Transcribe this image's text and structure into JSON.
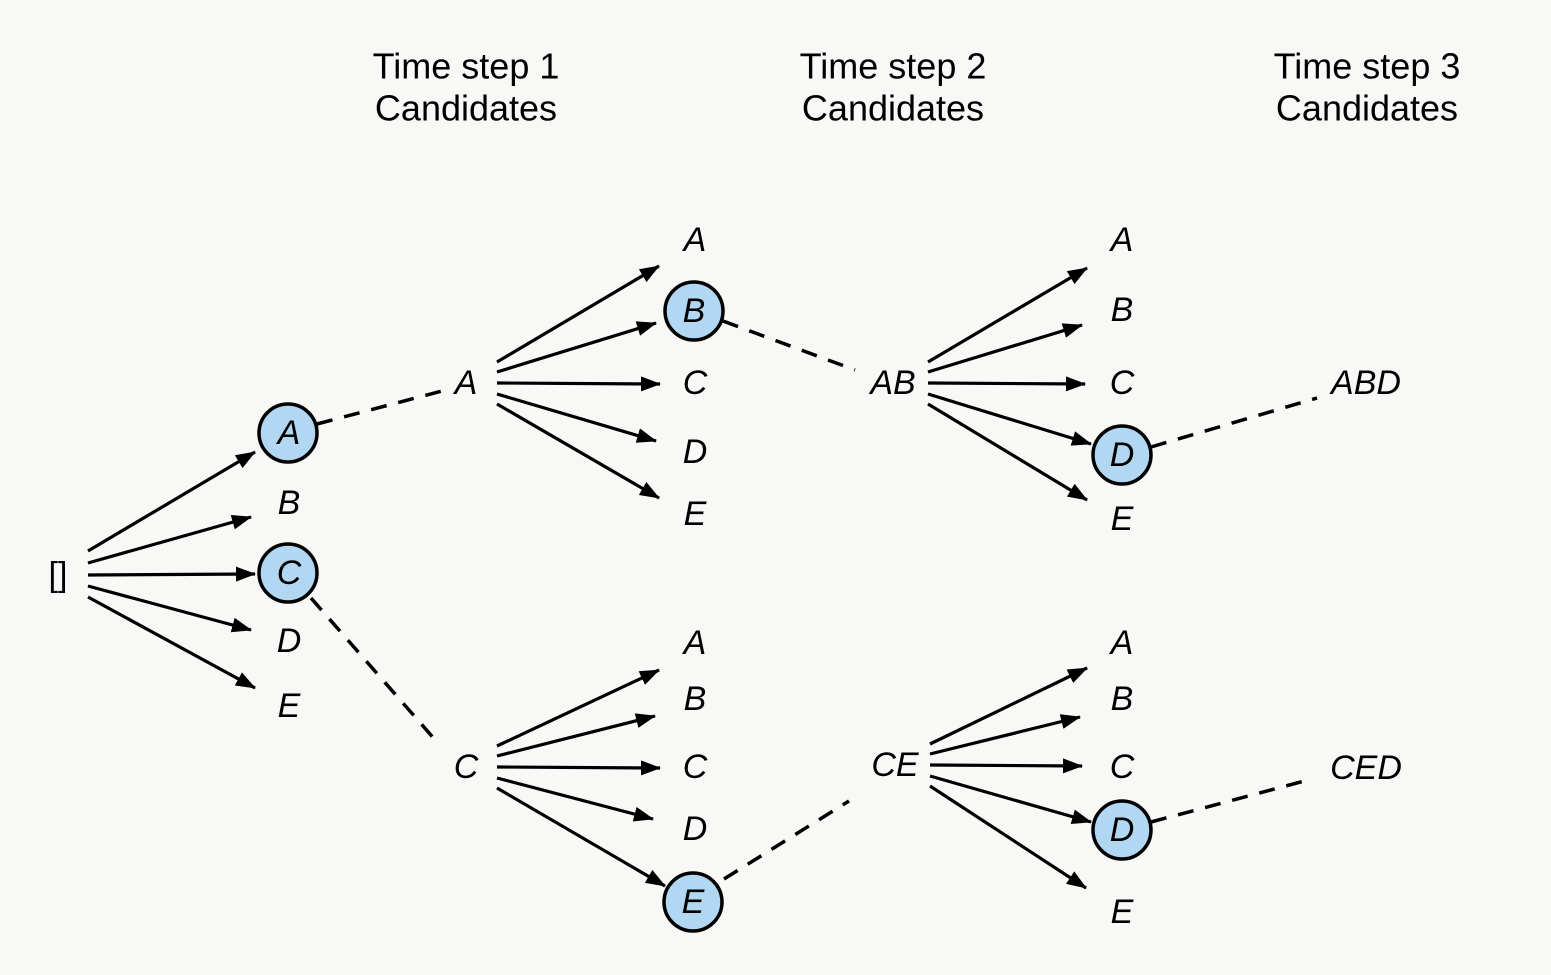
{
  "diagram": {
    "title": "beam-search-tree",
    "headers": [
      {
        "line1": "Time step 1",
        "line2": "Candidates"
      },
      {
        "line1": "Time step 2",
        "line2": "Candidates"
      },
      {
        "line1": "Time step 3",
        "line2": "Candidates"
      }
    ],
    "root": "[]",
    "fans": {
      "root": {
        "parent": "[]",
        "candidates": [
          "A",
          "B",
          "C",
          "D",
          "E"
        ],
        "selected": [
          "A",
          "C"
        ]
      },
      "a": {
        "parent": "A",
        "candidates": [
          "A",
          "B",
          "C",
          "D",
          "E"
        ],
        "selected": [
          "B"
        ]
      },
      "c": {
        "parent": "C",
        "candidates": [
          "A",
          "B",
          "C",
          "D",
          "E"
        ],
        "selected": [
          "E"
        ]
      },
      "ab": {
        "parent": "AB",
        "candidates": [
          "A",
          "B",
          "C",
          "D",
          "E"
        ],
        "selected": [
          "D"
        ]
      },
      "ce": {
        "parent": "CE",
        "candidates": [
          "A",
          "B",
          "C",
          "D",
          "E"
        ],
        "selected": [
          "D"
        ]
      }
    },
    "results": {
      "top": "ABD",
      "bottom": "CED"
    },
    "colors": {
      "background": "#f8f8f7",
      "node_fill": "#b1d7f2",
      "line": "#000000"
    }
  }
}
